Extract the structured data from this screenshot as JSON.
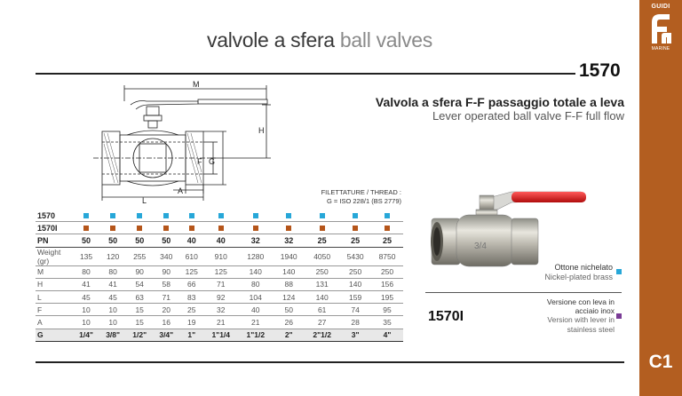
{
  "header": {
    "title_it": "valvole a sfera",
    "title_en": "ball valves",
    "code": "1570"
  },
  "product": {
    "name_it": "Valvola a sfera F-F passaggio totale a leva",
    "name_en": "Lever operated ball valve F-F full flow"
  },
  "brand": {
    "name": "GUIDI",
    "sub": "MARINE",
    "page": "C1",
    "color": "#b35e20"
  },
  "diagram": {
    "labels": [
      "M",
      "H",
      "F",
      "G",
      "A",
      "L"
    ]
  },
  "thread": {
    "line1": "FILETTATURE / THREAD :",
    "line2": "G = ISO 228/1 (BS 2779)"
  },
  "table": {
    "rows_variants": [
      {
        "code": "1570",
        "color": "#27a7d8",
        "count": 11
      },
      {
        "code": "1570I",
        "color": "#b5551a",
        "count": 11
      }
    ],
    "pn": {
      "label": "PN",
      "values": [
        "50",
        "50",
        "50",
        "50",
        "40",
        "40",
        "32",
        "32",
        "25",
        "25",
        "25"
      ]
    },
    "dims": [
      {
        "label": "Weight (gr)",
        "values": [
          "135",
          "120",
          "255",
          "340",
          "610",
          "910",
          "1280",
          "1940",
          "4050",
          "5430",
          "8750"
        ]
      },
      {
        "label": "M",
        "values": [
          "80",
          "80",
          "90",
          "90",
          "125",
          "125",
          "140",
          "140",
          "250",
          "250",
          "250"
        ]
      },
      {
        "label": "H",
        "values": [
          "41",
          "41",
          "54",
          "58",
          "66",
          "71",
          "80",
          "88",
          "131",
          "140",
          "156"
        ]
      },
      {
        "label": "L",
        "values": [
          "45",
          "45",
          "63",
          "71",
          "83",
          "92",
          "104",
          "124",
          "140",
          "159",
          "195"
        ]
      },
      {
        "label": "F",
        "values": [
          "10",
          "10",
          "15",
          "20",
          "25",
          "32",
          "40",
          "50",
          "61",
          "74",
          "95"
        ]
      },
      {
        "label": "A",
        "values": [
          "10",
          "10",
          "15",
          "16",
          "19",
          "21",
          "21",
          "26",
          "27",
          "28",
          "35"
        ]
      }
    ],
    "g": {
      "label": "G",
      "values": [
        "1/4\"",
        "3/8\"",
        "1/2\"",
        "3/4\"",
        "1\"",
        "1\"1/4",
        "1\"1/2",
        "2\"",
        "2\"1/2",
        "3\"",
        "4\""
      ]
    }
  },
  "finish": {
    "nickel_it": "Ottone nichelato",
    "nickel_en": "Nickel-plated brass",
    "nickel_color": "#27a7d8"
  },
  "variant": {
    "code": "1570I",
    "lines_it": [
      "Versione con leva in",
      "acciaio inox"
    ],
    "lines_en": [
      "Version with lever in",
      "stainless steel"
    ],
    "color": "#7a3c96"
  }
}
